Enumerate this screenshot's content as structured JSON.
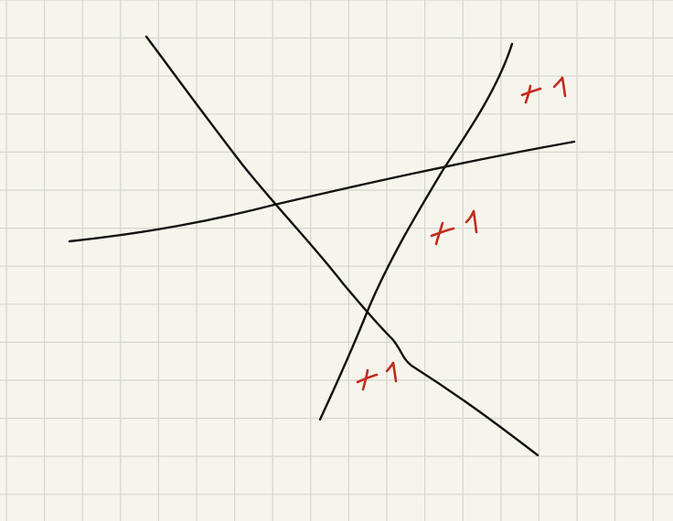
{
  "canvas": {
    "background_color": "#f6f5ec",
    "grid_color": "#d4d6d0",
    "ink_color": "#111111",
    "annotation_color": "#c42a1e"
  },
  "drawing": {
    "lines_count": 3,
    "annotations": [
      {
        "name": "annotation-top-right",
        "text": "+ 1"
      },
      {
        "name": "annotation-middle",
        "text": "+ 1"
      },
      {
        "name": "annotation-bottom",
        "text": "+ 1"
      }
    ]
  }
}
